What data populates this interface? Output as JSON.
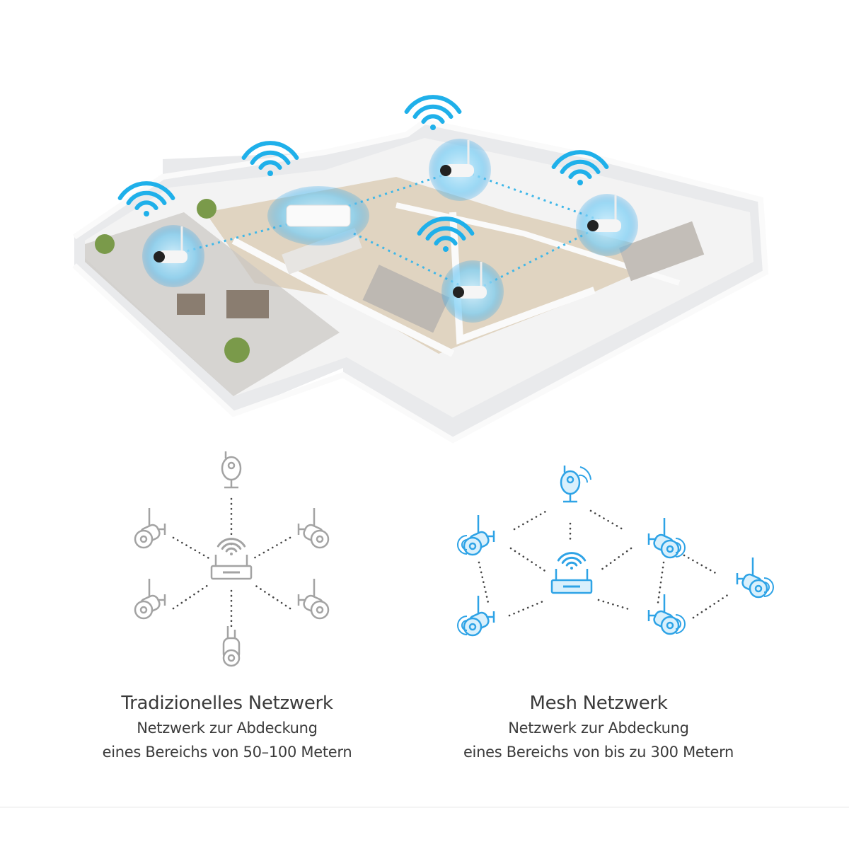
{
  "colors": {
    "accent": "#2ea3e6",
    "traditional": "#a3a3a3",
    "glow": "#5ec4f2"
  },
  "house_illustration": {
    "icon": "isometric-smart-home-floorplan",
    "cameras": 4,
    "hub": 1
  },
  "traditional": {
    "title": "Tradizionelles Netzwerk",
    "line1": "Netzwerk zur Abdeckung",
    "line2": "eines Bereichs von 50–100 Metern"
  },
  "mesh": {
    "title": "Mesh Netzwerk",
    "line1": "Netzwerk zur Abdeckung",
    "line2": "eines Bereichs von bis zu 300 Metern"
  }
}
